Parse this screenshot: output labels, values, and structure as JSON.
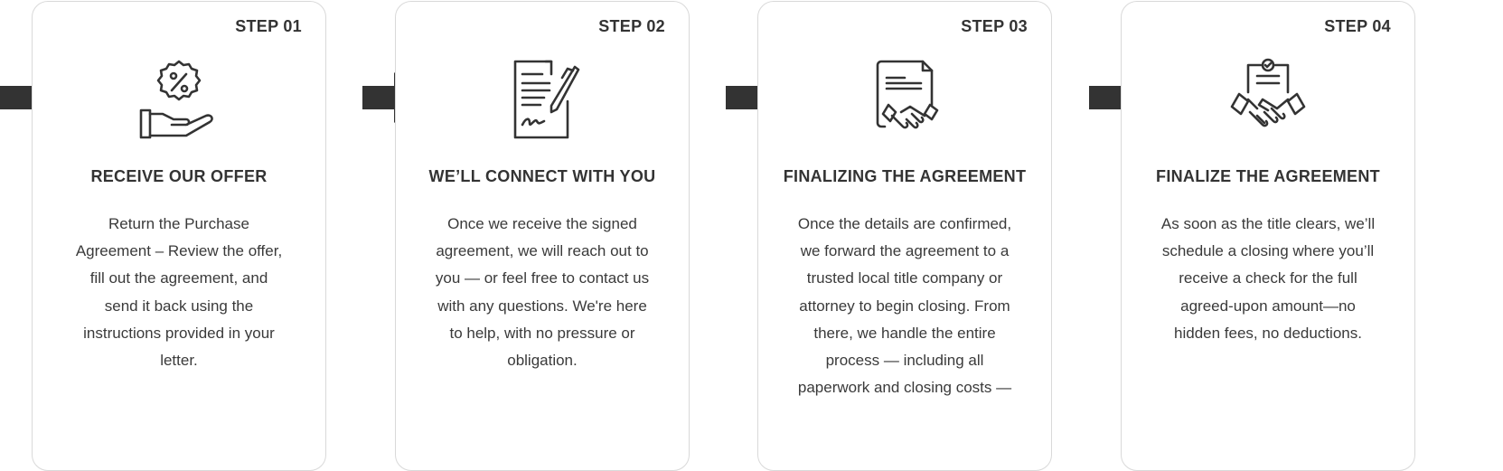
{
  "accent_color": "#333333",
  "steps": [
    {
      "label": "STEP 01",
      "icon": "percent-hand-icon",
      "title": "RECEIVE OUR OFFER",
      "lines": [
        "Return the Purchase",
        "Agreement – Review the offer,",
        "fill out the agreement, and",
        "send it back using the",
        "instructions provided in your",
        "letter."
      ]
    },
    {
      "label": "STEP 02",
      "icon": "signed-document-pen-icon",
      "title": "WE’LL CONNECT WITH YOU",
      "lines": [
        "Once we receive the signed",
        "agreement, we will reach out to",
        "you — or feel free to contact us",
        "with any questions. We're here",
        "to help, with no pressure or",
        "obligation."
      ]
    },
    {
      "label": "STEP 03",
      "icon": "document-handshake-icon",
      "title": "FINALIZING THE AGREEMENT",
      "lines": [
        "Once the details are confirmed,",
        "we forward the agreement to a",
        "trusted local title company or",
        "attorney to begin closing. From",
        "there, we handle the entire",
        "process — including all",
        "paperwork and closing costs —"
      ]
    },
    {
      "label": "STEP 04",
      "icon": "handshake-approved-icon",
      "title": "FINALIZE THE AGREEMENT",
      "lines": [
        "As soon as the title clears, we’ll",
        "schedule a closing where you’ll",
        "receive a check for the full",
        "agreed-upon amount—no",
        "hidden fees, no deductions."
      ]
    }
  ]
}
